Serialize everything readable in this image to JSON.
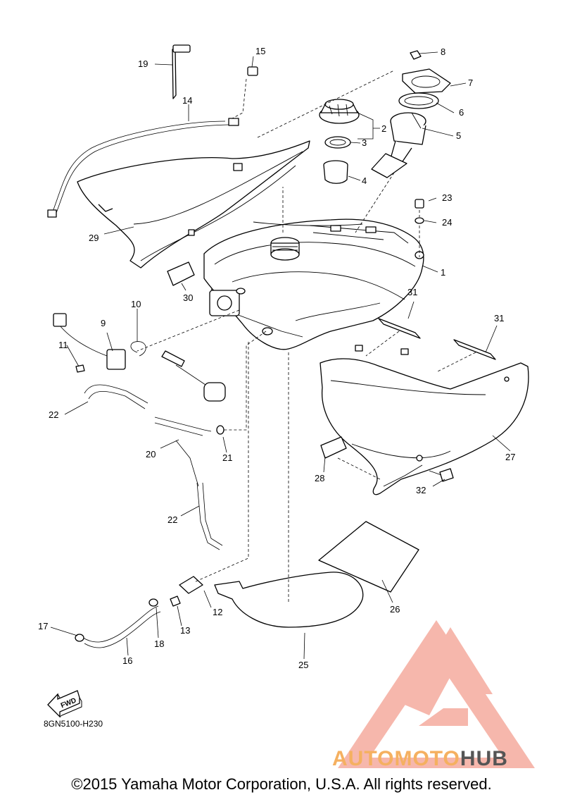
{
  "callouts": [
    "1",
    "2",
    "3",
    "4",
    "5",
    "6",
    "7",
    "8",
    "9",
    "10",
    "11",
    "12",
    "13",
    "14",
    "15",
    "16",
    "17",
    "18",
    "19",
    "20",
    "21",
    "22",
    "22",
    "23",
    "24",
    "25",
    "26",
    "27",
    "28",
    "29",
    "30",
    "31",
    "31",
    "32"
  ],
  "fwd_label": "FWD",
  "diagram_code": "8GN5100-H230",
  "copyright": "©2015 Yamaha Motor Corporation, U.S.A. All rights reserved.",
  "watermark": {
    "part1": "AUTOMOTO",
    "part2": "HUB",
    "color_red": "#f08070",
    "color_orange": "#f5b060",
    "color_dark": "#555555"
  }
}
